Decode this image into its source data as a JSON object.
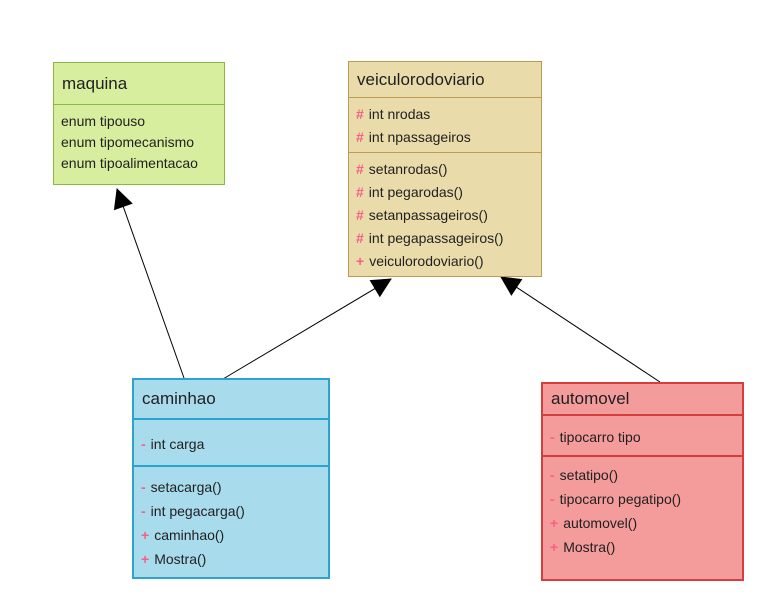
{
  "colors": {
    "background": "#ffffff",
    "text": "#1f1f1f",
    "connector": "#000000",
    "visibility-symbol": "#f75f87",
    "maquina-fill": "#d8ee9f",
    "maquina-border": "#8ab847",
    "veiculorodoviario-fill": "#e9dcaa",
    "veiculorodoviario-border": "#c09a52",
    "caminhao-fill": "#a8dbec",
    "caminhao-border": "#2ba3cc",
    "automovel-fill": "#f49b9b",
    "automovel-border": "#d53e3e"
  },
  "classes": {
    "maquina": {
      "title": "maquina",
      "attributes": [
        {
          "symbol": "",
          "label": "enum tipouso"
        },
        {
          "symbol": "",
          "label": "enum tipomecanismo"
        },
        {
          "symbol": "",
          "label": "enum tipoalimentacao"
        }
      ]
    },
    "veiculorodoviario": {
      "title": "veiculorodoviario",
      "attributes": [
        {
          "symbol": "#",
          "label": "int nrodas"
        },
        {
          "symbol": "#",
          "label": "int npassageiros"
        }
      ],
      "methods": [
        {
          "symbol": "#",
          "label": "setanrodas()"
        },
        {
          "symbol": "#",
          "label": "int  pegarodas()"
        },
        {
          "symbol": "#",
          "label": "setanpassageiros()"
        },
        {
          "symbol": "#",
          "label": "int pegapassageiros()"
        },
        {
          "symbol": "+",
          "label": "veiculorodoviario()"
        }
      ]
    },
    "caminhao": {
      "title": "caminhao",
      "attributes": [
        {
          "symbol": "-",
          "label": "int carga"
        }
      ],
      "methods": [
        {
          "symbol": "-",
          "label": "setacarga()"
        },
        {
          "symbol": "-",
          "label": "int pegacarga()"
        },
        {
          "symbol": "+",
          "label": "caminhao()"
        },
        {
          "symbol": "+",
          "label": "Mostra()"
        }
      ]
    },
    "automovel": {
      "title": "automovel",
      "attributes": [
        {
          "symbol": "-",
          "label": "tipocarro tipo"
        }
      ],
      "methods": [
        {
          "symbol": "-",
          "label": "setatipo()"
        },
        {
          "symbol": "-",
          "label": "tipocarro pegatipo()"
        },
        {
          "symbol": "+",
          "label": "automovel()"
        },
        {
          "symbol": "+",
          "label": "Mostra()"
        }
      ]
    }
  },
  "relationships": [
    {
      "type": "generalization",
      "from": "caminhao",
      "to": "maquina"
    },
    {
      "type": "generalization",
      "from": "caminhao",
      "to": "veiculorodoviario"
    },
    {
      "type": "generalization",
      "from": "automovel",
      "to": "veiculorodoviario"
    }
  ]
}
